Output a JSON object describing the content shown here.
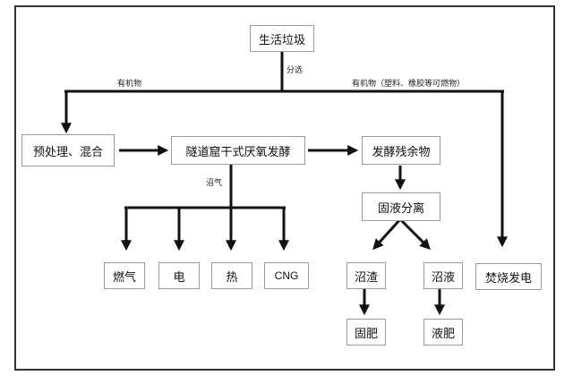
{
  "nodes": {
    "source": "生活垃圾",
    "pretreat": "预处理、混合",
    "digest": "隧道窟干式厌氧发酵",
    "residue": "发酵残余物",
    "separation": "固液分离",
    "biogas_use": [
      "燃气",
      "电",
      "热",
      "CNG"
    ],
    "solid": "沼渣",
    "liquid": "沼液",
    "solid_fertilizer": "固肥",
    "liquid_fertilizer": "液肥",
    "incineration": "焚烧发电"
  },
  "labels": {
    "sorting": "分选",
    "organic": "有机物",
    "combustible": "有机物（塑料、橡胶等可燃物）",
    "biogas": "沼气"
  }
}
